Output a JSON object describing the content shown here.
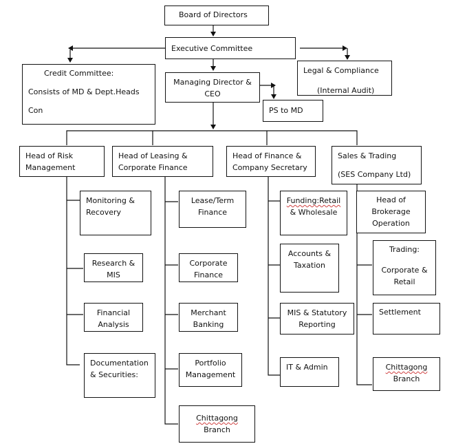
{
  "title": "Organizational Chart",
  "nodes": {
    "board": {
      "lines": [
        "Board of Directors"
      ]
    },
    "exec": {
      "lines": [
        "Executive Committee"
      ]
    },
    "credit": {
      "lines": [
        "Credit Committee:",
        "Consists of MD & Dept.Heads",
        "Con"
      ]
    },
    "md": {
      "lines": [
        "Managing Director &",
        "CEO"
      ]
    },
    "legal": {
      "lines": [
        "Legal & Compliance",
        "(Internal Audit)"
      ]
    },
    "ps": {
      "lines": [
        "PS to MD"
      ]
    },
    "risk": {
      "lines": [
        "Head of Risk",
        "Management"
      ]
    },
    "leasing": {
      "lines": [
        "Head of Leasing &",
        "Corporate Finance"
      ]
    },
    "finance": {
      "lines": [
        "Head of Finance &",
        "Company Secretary"
      ]
    },
    "sales": {
      "lines": [
        "Sales & Trading",
        "(SES Company Ltd)"
      ]
    },
    "monitoring": {
      "lines": [
        "Monitoring &",
        "Recovery"
      ]
    },
    "research": {
      "lines": [
        "Research &",
        "MIS"
      ]
    },
    "analysis": {
      "lines": [
        "Financial",
        "Analysis"
      ]
    },
    "documentation": {
      "lines": [
        "Documentation",
        "& Securities:"
      ]
    },
    "lease_term": {
      "lines": [
        "Lease/Term",
        "Finance"
      ]
    },
    "corp_fin": {
      "lines": [
        "Corporate",
        "Finance"
      ]
    },
    "merchant": {
      "lines": [
        "Merchant",
        "Banking"
      ]
    },
    "portfolio": {
      "lines": [
        "Portfolio",
        "Management"
      ]
    },
    "ctg1": {
      "lines": [
        "Chittagong",
        "Branch"
      ]
    },
    "funding": {
      "lines": [
        "Funding:Retail",
        "& Wholesale"
      ]
    },
    "accounts": {
      "lines": [
        "Accounts &",
        "Taxation"
      ]
    },
    "mis_stat": {
      "lines": [
        "MIS & Statutory",
        "Reporting"
      ]
    },
    "it": {
      "lines": [
        "IT & Admin"
      ]
    },
    "brokerage": {
      "lines": [
        "Head of",
        "Brokerage",
        "Operation"
      ]
    },
    "trading": {
      "lines": [
        "Trading:",
        "Corporate &",
        "Retail"
      ]
    },
    "settlement": {
      "lines": [
        "Settlement"
      ]
    },
    "ctg2": {
      "lines": [
        "Chittagong",
        "Branch"
      ]
    }
  }
}
